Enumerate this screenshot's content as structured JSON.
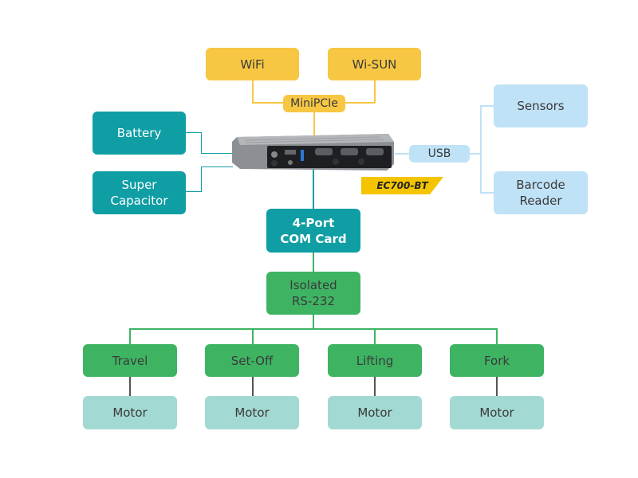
{
  "title": "EC700-BT system block diagram",
  "device": {
    "name": "EC700-BT",
    "icon": "embedded-pc-image"
  },
  "colors": {
    "wireless": "#f7c744",
    "power_and_core": "#0f9ea4",
    "usb_peripherals": "#bfe2f6",
    "control": "#3eb463",
    "motor": "#a3d9d3",
    "tag": "#f5c400"
  },
  "nodes": {
    "wifi": "WiFi",
    "wisun": "Wi-SUN",
    "minipcie": "MiniPCIe",
    "battery": "Battery",
    "super_capacitor": [
      "Super",
      "Capacitor"
    ],
    "usb": "USB",
    "sensors": "Sensors",
    "barcode_reader": [
      "Barcode",
      "Reader"
    ],
    "com_card": [
      "4-Port",
      "COM Card"
    ],
    "isolated_rs232": [
      "Isolated",
      "RS-232"
    ],
    "controllers": [
      "Travel",
      "Set-Off",
      "Lifting",
      "Fork"
    ],
    "motors": [
      "Motor",
      "Motor",
      "Motor",
      "Motor"
    ]
  }
}
